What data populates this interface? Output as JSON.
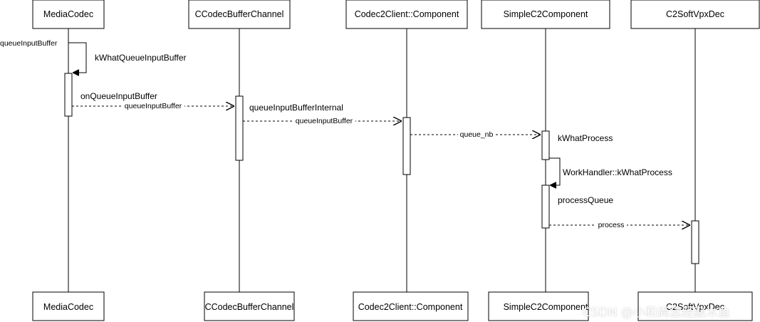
{
  "participants": [
    {
      "id": "mediacodec",
      "label": "MediaCodec"
    },
    {
      "id": "ccodecbufferchannel",
      "label": "CCodecBufferChannel"
    },
    {
      "id": "codec2client-component",
      "label": "Codec2Client::Component"
    },
    {
      "id": "simplec2component",
      "label": "SimpleC2Component"
    },
    {
      "id": "c2softvpxdec",
      "label": "C2SoftVpxDec"
    }
  ],
  "messages": {
    "queue_input_buffer_call": "queueInputBuffer",
    "kwhat_queue_input_buffer": "kWhatQueueInputBuffer",
    "on_queue_input_buffer": "onQueueInputBuffer",
    "queue_input_buffer_1": "queueInputBuffer",
    "queue_input_buffer_internal": "queueInputBufferInternal",
    "queue_input_buffer_2": "queueInputBuffer",
    "queue_nb": "queue_nb",
    "kwhat_process": "kWhatProcess",
    "workhandler_kwhat_process": "WorkHandler::kWhatProcess",
    "process_queue": "processQueue",
    "process": "process"
  },
  "watermark": "CSDN @小和尚念经敲木鱼"
}
